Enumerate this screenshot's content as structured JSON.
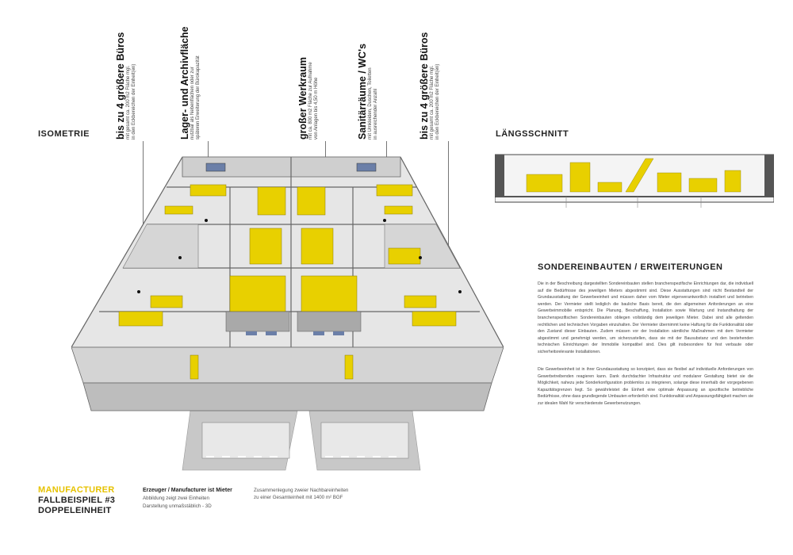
{
  "headings": {
    "isometrie": "ISOMETRIE",
    "laengsschnitt": "LÄNGSSCHNITT",
    "sondereinbauten": "SONDEREINBAUTEN / ERWEITERUNGEN"
  },
  "callouts": [
    {
      "title": "bis zu 4 größere Büros",
      "line1": "mit gesamt ca. 200 m2 Fläche mgl.",
      "line2": "in den Eckbereichen der Einheit(en)"
    },
    {
      "title": "Lager- und Archivfläche",
      "line1": "nutzbar als Nebenflächen oder zur",
      "line2": "späteren Erweiterung der Bürokapazität"
    },
    {
      "title": "großer Werkraum",
      "line1": "mit ca. 800 m2 Fläche zur Aufnahme",
      "line2": "von Anlagen bis 4,50 m Höhe"
    },
    {
      "title": "Sanitärräume / WC's",
      "line1": "mit Umkleiden, Duschen, Toiletten",
      "line2": "in ausreichender Anzahl"
    },
    {
      "title": "bis zu 4 größere Büros",
      "line1": "mit gesamt ca. 200 m2 Fläche mgl.",
      "line2": "in den Eckbereichen der Einheit(en)"
    }
  ],
  "paragraphs": {
    "p1": "Die in der Beschreibung dargestellten Sondereinbauten stellen branchenspezifische Einrichtungen dar, die individuell auf die Bedürfnisse des jeweiligen Mieters abgestimmt sind. Diese Ausstattungen sind nicht Bestandteil der Grundausstattung der Gewerbeeinheit und müssen daher vom Mieter eigenverantwortlich installiert und betrieben werden. Der Vermieter stellt lediglich die bauliche Basis bereit, die den allgemeinen Anforderungen an eine Gewerbeimmobilie entspricht. Die Planung, Beschaffung, Installation sowie Wartung und Instandhaltung der branchenspezifischen Sondereinbauten obliegen vollständig dem jeweiligen Mieter. Dabei sind alle geltenden rechtlichen und technischen Vorgaben einzuhalten. Der Vermieter übernimmt keine Haftung für die Funktionalität oder den Zustand dieser Einbauten. Zudem müssen vor der Installation sämtliche Maßnahmen mit dem Vermieter abgestimmt und genehmigt werden, um sicherzustellen, dass sie mit der Bausubstanz und den bestehenden technischen Einrichtungen der Immobilie kompatibel sind. Dies gilt insbesondere für fest verbaute oder sicherheitsrelevante Installationen.",
    "p2": "Die Gewerbeeinheit ist in ihrer Grundausstattung so konzipiert, dass sie flexibel auf individuelle Anforderungen von Gewerbetreibenden reagieren kann. Dank durchdachter Infrastruktur und modularer Gestaltung bietet sie die Möglichkeit, nahezu jede Sonderkonfiguration problemlos zu integrieren, solange diese innerhalb der vorgegebenen Kapazitätsgrenzen liegt. So gewährleistet die Einheit eine optimale Anpassung an spezifische betriebliche Bedürfnisse, ohne dass grundlegende Umbauten erforderlich sind. Funktionalität und Anpassungsfähigkeit machen sie zur idealen Wahl für verschiedenste Gewerbenutzungen."
  },
  "footer": {
    "line1": "MANUFACTURER",
    "line2": "FALLBEISPIEL #3",
    "line3": "DOPPELEINHEIT",
    "cap_title": "Erzeuger / Manufacturer ist Mieter",
    "cap_a": "Abbildung zeigt zwei Einheiten",
    "cap_b": "Darstellung unmaßstäblich - 3D",
    "cap_c": "Zusammenlegung zweier Nachbareinheiten",
    "cap_d": "zu einer Gesamteinheit mit 1400 m² BGF"
  },
  "colors": {
    "accent": "#e8d000",
    "line": "#555555",
    "wall": "#d9d9d9"
  }
}
